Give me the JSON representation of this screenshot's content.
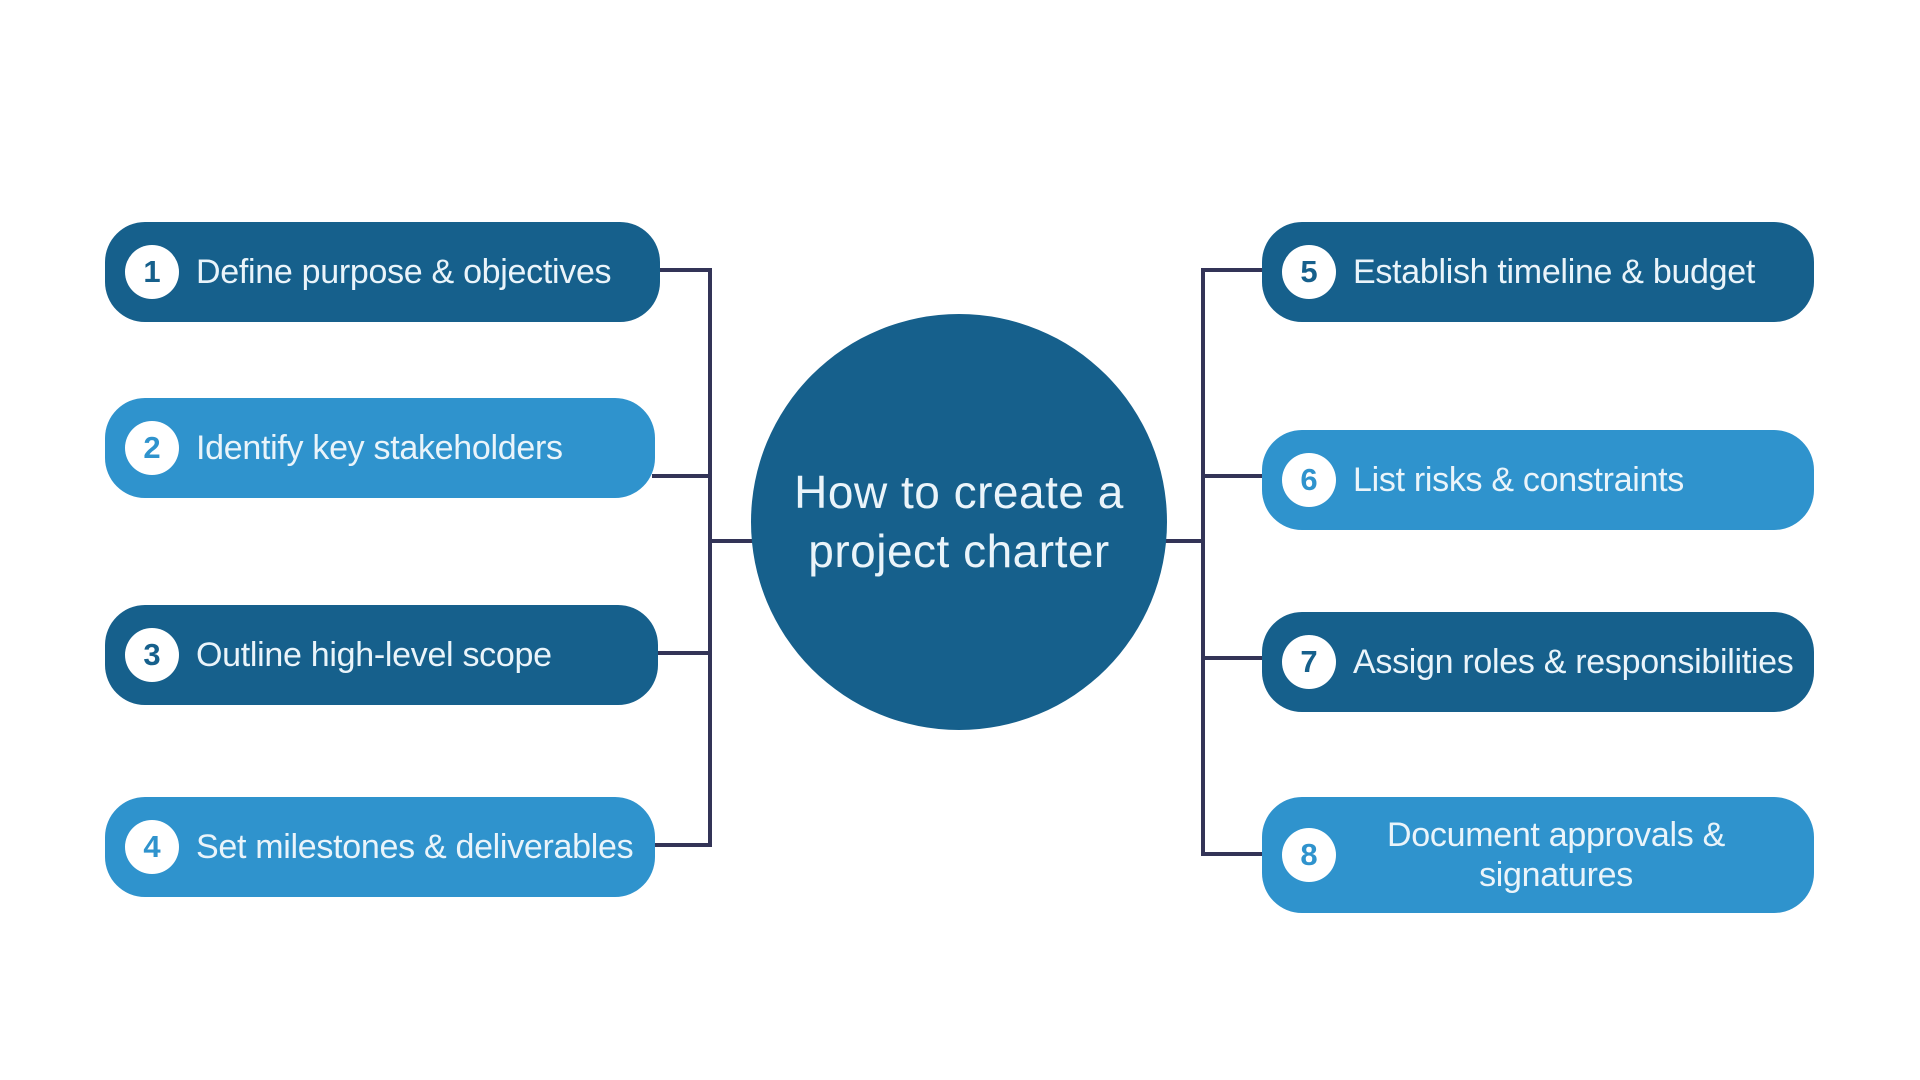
{
  "title": {
    "text": "How to create a project charter",
    "line1": "How to create a",
    "line2": "project charter"
  },
  "colors": {
    "dark_blue": "#16608C",
    "light_blue": "#2F93CD",
    "connector": "#333457",
    "label_text": "#EAF4FA",
    "badge_background": "#FFFFFF",
    "page_background": "#FFFFFF"
  },
  "steps": [
    {
      "number": "1",
      "label": "Define purpose & objectives",
      "variant": "dark",
      "side": "left"
    },
    {
      "number": "2",
      "label": "Identify key stakeholders",
      "variant": "light",
      "side": "left"
    },
    {
      "number": "3",
      "label": "Outline high-level scope",
      "variant": "dark",
      "side": "left"
    },
    {
      "number": "4",
      "label": "Set milestones & deliverables",
      "variant": "light",
      "side": "left"
    },
    {
      "number": "5",
      "label": "Establish timeline & budget",
      "variant": "dark",
      "side": "right"
    },
    {
      "number": "6",
      "label": "List risks & constraints",
      "variant": "light",
      "side": "right"
    },
    {
      "number": "7",
      "label": "Assign roles & responsibilities",
      "variant": "dark",
      "side": "right"
    },
    {
      "number": "8",
      "label": "Document approvals & signatures",
      "variant": "light",
      "side": "right"
    }
  ]
}
